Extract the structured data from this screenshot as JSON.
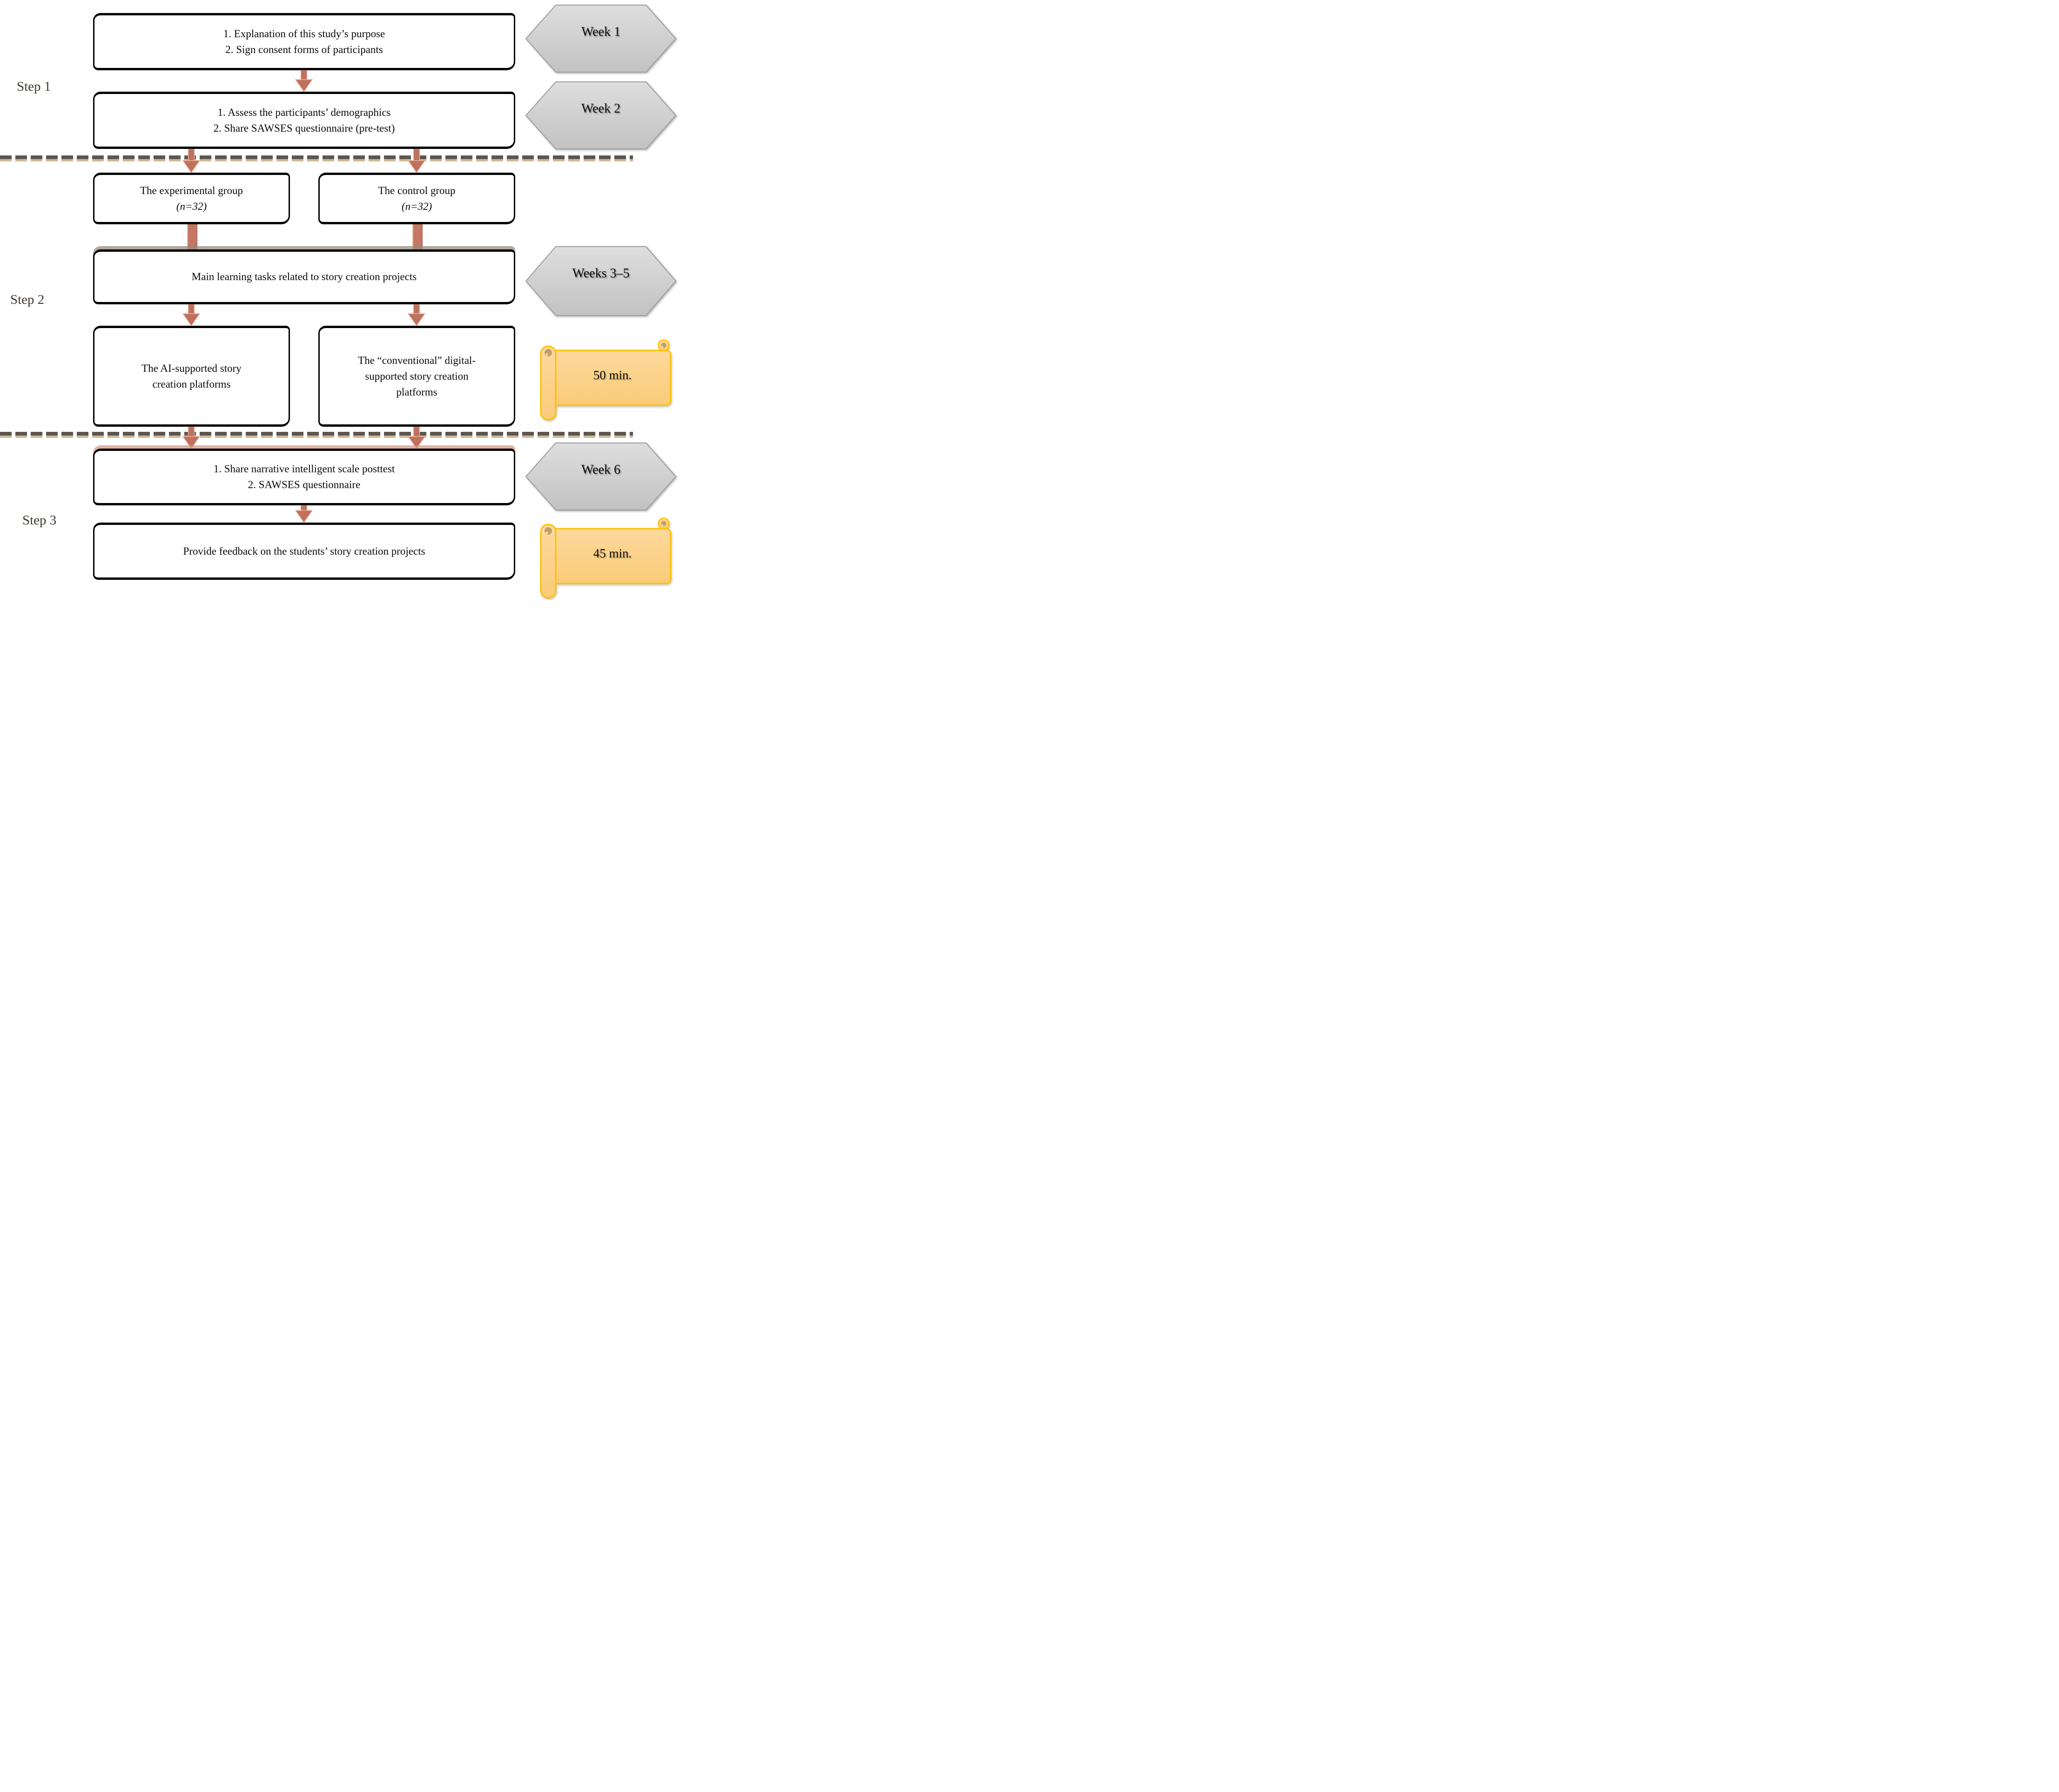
{
  "steps": {
    "step1": "Step 1",
    "step2": "Step 2",
    "step3": "Step 3"
  },
  "boxes": {
    "intro_l1": "1. Explanation of this study’s purpose",
    "intro_l2": "2. Sign consent forms of participants",
    "pretest_l1": "1. Assess the participants’ demographics",
    "pretest_l2": "2. Share SAWSES questionnaire (pre-test)",
    "exp_l1": "The experimental group",
    "exp_l2": "(n=32)",
    "ctrl_l1": "The control group",
    "ctrl_l2": "(n=32)",
    "main_l1": "Main learning tasks related to story creation projects",
    "ai_l1": "The AI-supported story",
    "ai_l2": "creation platforms",
    "conv_l1": "The “conventional” digital-",
    "conv_l2": "supported story creation",
    "conv_l3": "platforms",
    "post_l1": "1. Share narrative intelligent scale posttest",
    "post_l2": "2. SAWSES questionnaire",
    "feedback_l1": "Provide feedback on the students’ story creation projects"
  },
  "timeline": {
    "week1": "Week 1",
    "week2": "Week 2",
    "weeks35": "Weeks 3–5",
    "week6": "Week 6"
  },
  "durations": {
    "d50": "50 min.",
    "d45": "45 min."
  },
  "colors": {
    "arrow_fill": "#c0715e",
    "arrow_edge": "#ecb49c",
    "hexagon_top": "#dcdcdc",
    "hexagon_bottom": "#c2c2c2",
    "hexagon_border": "#9e9e9e",
    "scroll_fill": "#fbd089",
    "scroll_border": "#ffc000",
    "scroll_curl": "#bca06c",
    "dash": "#5d564e"
  }
}
